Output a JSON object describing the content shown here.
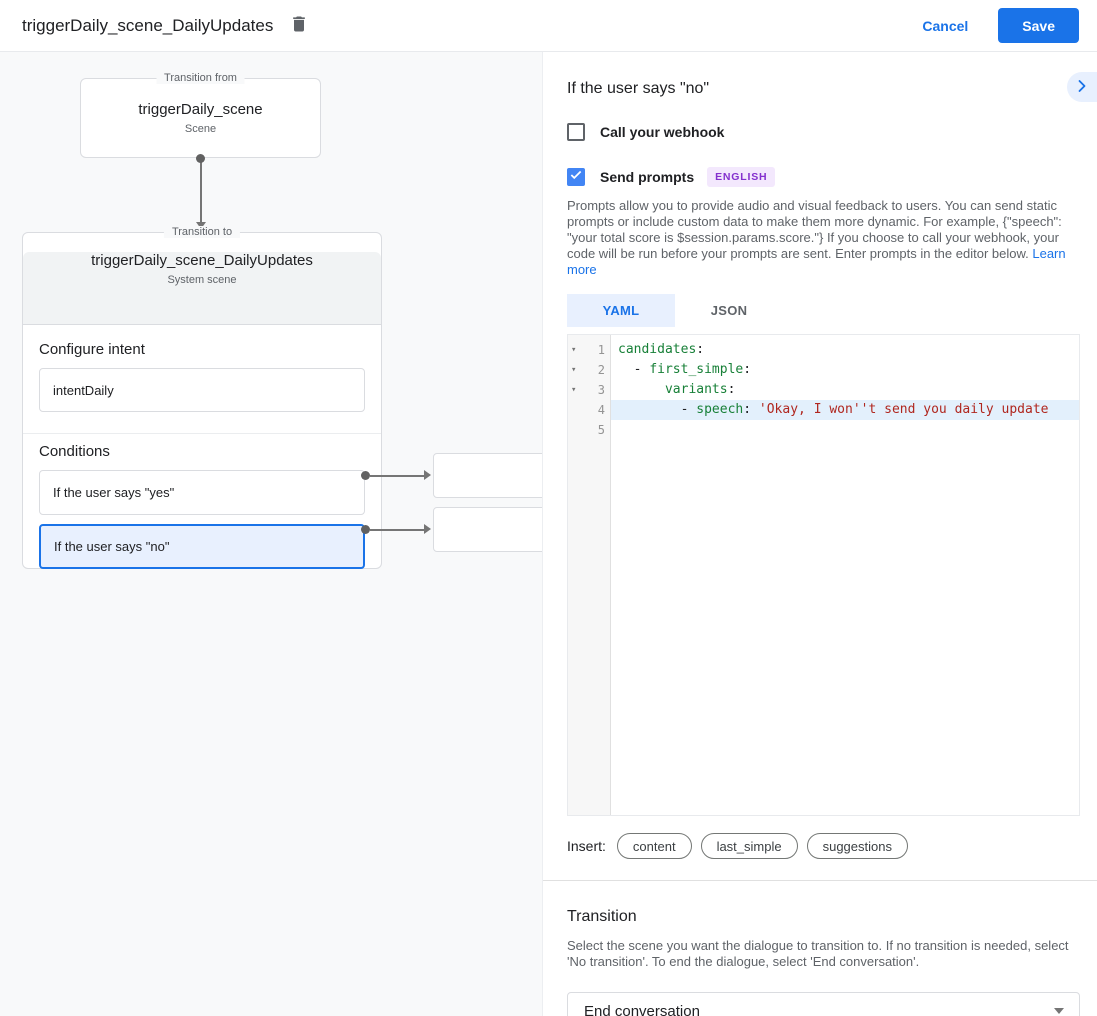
{
  "header": {
    "title": "triggerDaily_scene_DailyUpdates",
    "cancel": "Cancel",
    "save": "Save"
  },
  "diagram": {
    "from_label": "Transition from",
    "from_name": "triggerDaily_scene",
    "from_type": "Scene",
    "to_label": "Transition to",
    "to_name": "triggerDaily_scene_DailyUpdates",
    "to_type": "System scene",
    "configure_intent_label": "Configure intent",
    "intent_value": "intentDaily",
    "conditions_label": "Conditions",
    "condition_yes": "If the user says \"yes\"",
    "condition_no": "If the user says \"no\""
  },
  "panel": {
    "heading": "If the user says \"no\"",
    "webhook_label": "Call your webhook",
    "prompts_label": "Send prompts",
    "language_badge": "ENGLISH",
    "description": "Prompts allow you to provide audio and visual feedback to users. You can send static prompts or include custom data to make them more dynamic. For example, {\"speech\": \"your total score is $session.params.score.\"} If you choose to call your webhook, your code will be run before your prompts are sent. Enter prompts in the editor below. ",
    "learn_more": "Learn more",
    "tabs": {
      "yaml": "YAML",
      "json": "JSON"
    },
    "insert_label": "Insert:",
    "chips": [
      "content",
      "last_simple",
      "suggestions"
    ],
    "transition": {
      "heading": "Transition",
      "description": "Select the scene you want the dialogue to transition to. If no transition is needed, select 'No transition'. To end the dialogue, select 'End conversation'.",
      "value": "End conversation"
    }
  },
  "editor": {
    "gutter": [
      "1",
      "2",
      "3",
      "4",
      "5"
    ],
    "lines": {
      "l1": {
        "key": "candidates",
        "colon": ":"
      },
      "l2": {
        "indent": "  - ",
        "key": "first_simple",
        "colon": ":"
      },
      "l3": {
        "indent": "      ",
        "key": "variants",
        "colon": ":"
      },
      "l4": {
        "indent": "        - ",
        "key": "speech",
        "colon": ":",
        "value": " 'Okay, I won''t send you daily update"
      }
    }
  },
  "colors": {
    "accent": "#1a73e8",
    "checkbox_blue": "#4285f4",
    "key_green": "#188038",
    "string_red": "#b0271f",
    "badge_purple": "#8430ce",
    "selected_condition_bg": "#e8f0fe"
  }
}
